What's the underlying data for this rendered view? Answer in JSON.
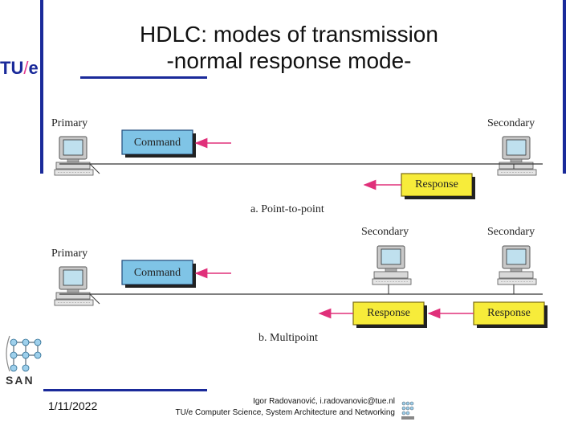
{
  "slide": {
    "title_line1": "HDLC: modes of transmission",
    "title_line2": "-normal response mode-",
    "logo_text": "TU",
    "logo_slash": "/",
    "logo_e": "e",
    "san_label": "SAN",
    "date": "1/11/2022",
    "author_line1": "Igor Radovanović, i.radovanovic@tue.nl",
    "author_line2": "TU/e Computer Science, System Architecture and Networking"
  },
  "diagram": {
    "point_to_point": {
      "primary_label": "Primary",
      "secondary_label": "Secondary",
      "command_label": "Command",
      "response_label": "Response",
      "caption": "a. Point-to-point"
    },
    "multipoint": {
      "primary_label": "Primary",
      "secondary1_label": "Secondary",
      "secondary2_label": "Secondary",
      "command_label": "Command",
      "response1_label": "Response",
      "response2_label": "Response",
      "caption": "b. Multipoint"
    }
  },
  "colors": {
    "accent_bar": "#1a2a9a",
    "command_box": "#7fc4e6",
    "response_box": "#f7ec3a",
    "arrow": "#e0307a"
  }
}
